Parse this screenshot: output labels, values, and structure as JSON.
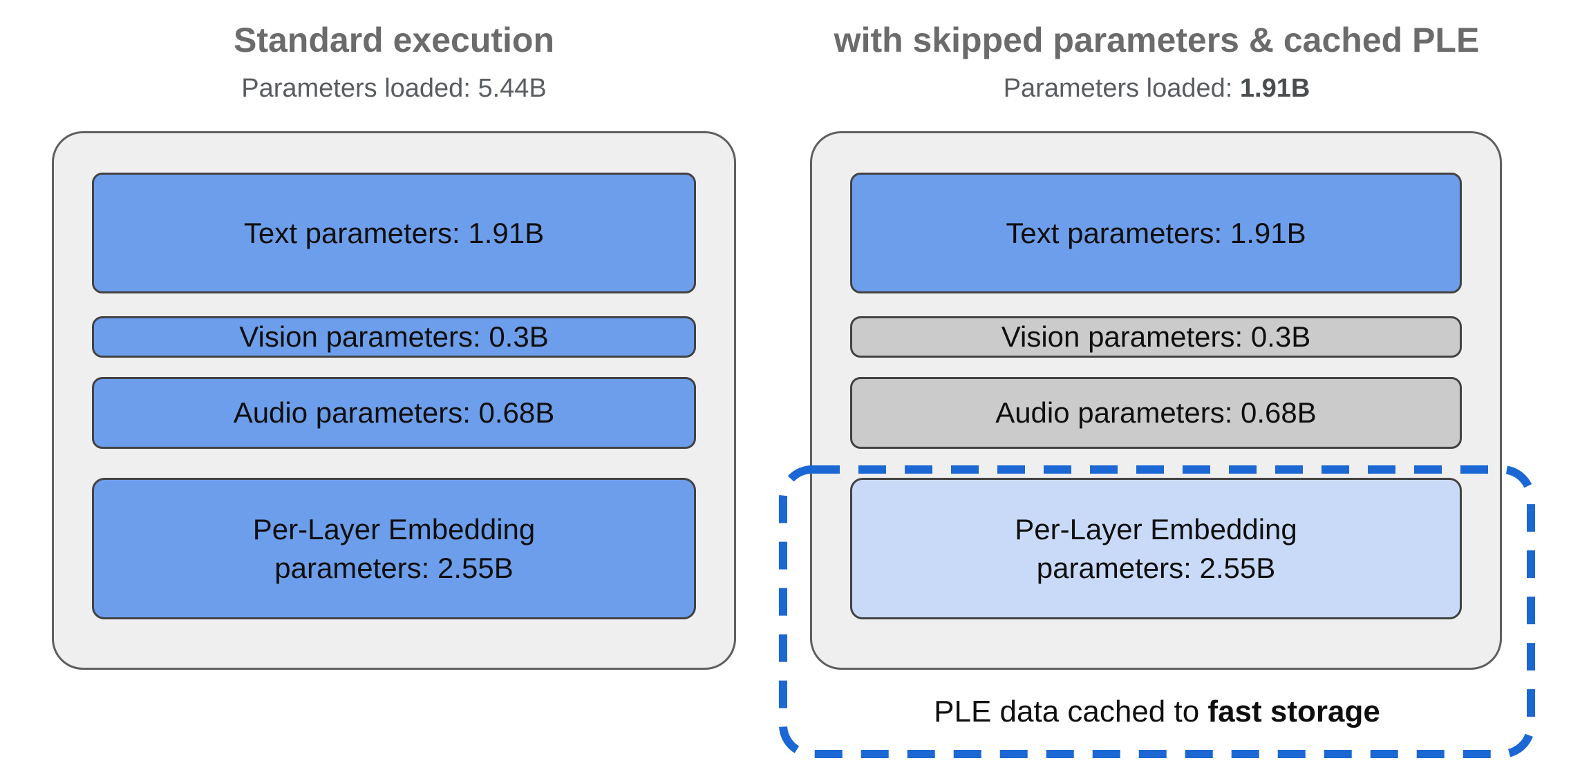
{
  "colors": {
    "loaded_box_blue": "#6D9EEB",
    "skipped_box_gray": "#CBCBCB",
    "cached_box_light_blue": "#C9DAF8",
    "container_gray": "#EFEFEF",
    "dashed_outline_blue": "#1B67D3",
    "title_gray": "#6B6B6B",
    "subtitle_gray": "#595C60",
    "box_border_gray": "#424242"
  },
  "panels": [
    {
      "title": "Standard execution",
      "subtitle_prefix": "Parameters loaded: ",
      "subtitle_value": "5.44B",
      "boxes": {
        "text": {
          "label": "Text parameters: 1.91B",
          "status": "loaded"
        },
        "vision": {
          "label": "Vision parameters: 0.3B",
          "status": "loaded"
        },
        "audio": {
          "label": "Audio parameters: 0.68B",
          "status": "loaded"
        },
        "ple": {
          "line1": "Per-Layer Embedding",
          "line2": "parameters: 2.55B",
          "status": "loaded"
        }
      }
    },
    {
      "title": "with skipped parameters & cached PLE",
      "subtitle_prefix": "Parameters loaded: ",
      "subtitle_value": "1.91B",
      "boxes": {
        "text": {
          "label": "Text parameters: 1.91B",
          "status": "loaded"
        },
        "vision": {
          "label": "Vision parameters: 0.3B",
          "status": "skipped"
        },
        "audio": {
          "label": "Audio parameters: 0.68B",
          "status": "skipped"
        },
        "ple": {
          "line1": "Per-Layer Embedding",
          "line2": "parameters: 2.55B",
          "status": "cached"
        }
      },
      "callout": {
        "prefix": "PLE data cached to ",
        "bold": "fast storage"
      }
    }
  ]
}
